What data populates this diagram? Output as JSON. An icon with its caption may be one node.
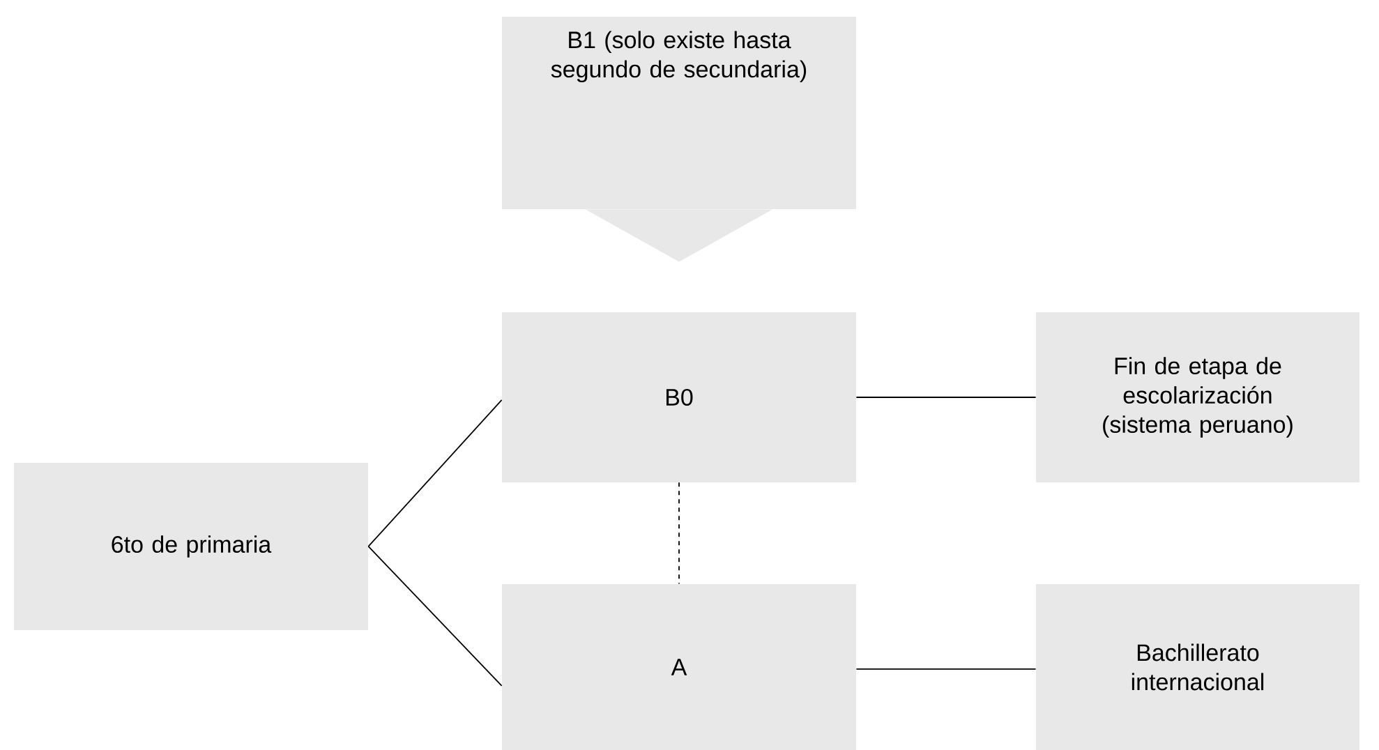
{
  "diagram": {
    "nodes": [
      {
        "text": [
          "B1 (solo existe hasta segundo de secundaria)"
        ]
      },
      {
        "text": [
          "B0"
        ]
      },
      {
        "text": [
          "Fin de etapa de escolarización (sistema peruano)"
        ]
      },
      {
        "text": [
          "6to de primaria"
        ]
      },
      {
        "text": [
          "A"
        ]
      },
      {
        "text": [
          "Bachillerato internacional"
        ]
      }
    ],
    "edges": [
      {
        "from": 0,
        "to": 1,
        "arrow": "to",
        "style": "thick"
      },
      {
        "from": 3,
        "to": 1,
        "arrow": "none"
      },
      {
        "from": 3,
        "to": 4,
        "arrow": "none"
      },
      {
        "from": 1,
        "to": 2,
        "arrow": "none"
      },
      {
        "from": 4,
        "to": 5,
        "arrow": "none"
      },
      {
        "from": 1,
        "to": 4,
        "arrow": "none",
        "style": "dashed"
      }
    ]
  }
}
